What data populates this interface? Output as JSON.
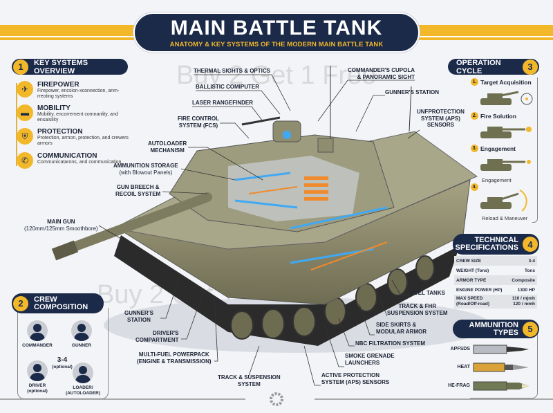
{
  "header": {
    "title": "MAIN BATTLE TANK",
    "subtitle": "ANATOMY & KEY SYSTEMS OF THE MODERN MAIN BATTLE TANK"
  },
  "watermark": "Buy 2 Get 1 Free",
  "key_systems": {
    "num": "1",
    "title": "KEY SYSTEMS OVERVIEW",
    "items": [
      {
        "icon": "jet-icon",
        "title": "FIREPOWER",
        "desc": "Firepower, encsion-xconnection, anm-rreoting systems"
      },
      {
        "icon": "tank-icon",
        "title": "MOBILITY",
        "desc": "Mobility, encorrement comnanlity, and ensaisility"
      },
      {
        "icon": "shield-icon",
        "title": "PROTECTION",
        "desc": "Protection, armon, protection, and crewers armors"
      },
      {
        "icon": "phone-icon",
        "title": "COMMUNICATION",
        "desc": "Communicatarons, and communication"
      }
    ]
  },
  "crew": {
    "num": "2",
    "title_1": "CREW",
    "title_2": "COMPOSITION",
    "count": "3-4",
    "count_note": "(optional)",
    "members": [
      {
        "label": "COMMANDER"
      },
      {
        "label": "GUNNER"
      },
      {
        "label": "DRIVER",
        "note": "(optional)"
      },
      {
        "label": "LOADER/",
        "note": "(AUTOLOADER)"
      }
    ]
  },
  "operation": {
    "num": "3",
    "title": "OPERATION CYCLE",
    "steps": [
      {
        "n": "1.",
        "label": "Target Acquisition"
      },
      {
        "n": "2.",
        "label": "Fire Solution"
      },
      {
        "n": "3.",
        "label": "Engagement",
        "caption": "Engagement"
      },
      {
        "n": "4.",
        "label": "",
        "caption": "Reload & Maneuver"
      }
    ]
  },
  "specs": {
    "num": "4",
    "title_1": "TECHNICAL",
    "title_2": "SPECIFICATIONS",
    "rows": [
      {
        "k": "CREW SIZE",
        "v": "3-4"
      },
      {
        "k": "WEIGHT (Tons)",
        "v": "Tons"
      },
      {
        "k": "ARMOR TYPE",
        "v": "Composite"
      },
      {
        "k": "ENGINE POWER (HP)",
        "v": "1300 HP"
      },
      {
        "k": "MAX SPEED",
        "k2": "(Road/Off-road)",
        "v": "110 / mjmh",
        "v2": "120 / mmh"
      }
    ]
  },
  "ammo": {
    "num": "5",
    "title_1": "AMMUNITION",
    "title_2": "TYPES",
    "types": [
      "APFSDS",
      "HEAT",
      "HE-FRAG"
    ]
  },
  "callouts": {
    "thermal": "THERMAL SIGHTS & OPTICS",
    "ballistic": "BALLISTIC COMIPUTER",
    "laser": "LASER RANGEFINDER",
    "fcs_1": "FIRE CONTROL",
    "fcs_2": "SYSTEM (FCS)",
    "autoloader_1": "AUTOLOADER",
    "autoloader_2": "MECHANISM",
    "ammo_storage_1": "AMMUNITION STORAGE",
    "ammo_storage_2": "(with Blowout Panels)",
    "breech_1": "GUN BREECH &",
    "breech_2": "RECOIL SYSTEM",
    "main_gun_1": "MAIN GUN",
    "main_gun_2": "(120mm/125mm Smoothbore)",
    "cupola_1": "COMMANDER'S CUPOLA",
    "cupola_2": "& PANORAMIC SIGHT",
    "gunner_station_top": "GUNNER'S STATION",
    "aps_top_1": "UNFPROTECTION",
    "aps_top_2": "SYSTEM (APS)",
    "aps_top_3": "SENSORS",
    "fuel": "FUEL TANKS",
    "track_fhr_1": "TRACK & FHR",
    "track_fhr_2": "SUSPENSION SYSTEM",
    "skirts_1": "SIDE SKIRTS &",
    "skirts_2": "MODULAR ARMOR",
    "nbc": "NBC FILTRATION SYSTEM",
    "smoke_1": "SMOKE GRENADE",
    "smoke_2": "LAUNCHERS",
    "aps_bot_1": "ACTIVE PROTECTION",
    "aps_bot_2": "SYSTEM (APS) SENSORS",
    "track_1": "TRACK & SUSPENSION",
    "track_2": "SYSTEM",
    "powerpack_1": "MULTI-FUEL POWERPACK",
    "powerpack_2": "(ENGINE & TRANSMISSION)",
    "driver_1": "DRIVER'S",
    "driver_2": "COMPARTMENT",
    "gunner_1": "GUNNER'S",
    "gunner_2": "STATION"
  },
  "colors": {
    "navy": "#1c2a4a",
    "gold": "#f2b82a",
    "tank": "#8c8a6a",
    "glow_blue": "#3fa9f5",
    "glow_orange": "#f08a2c"
  }
}
